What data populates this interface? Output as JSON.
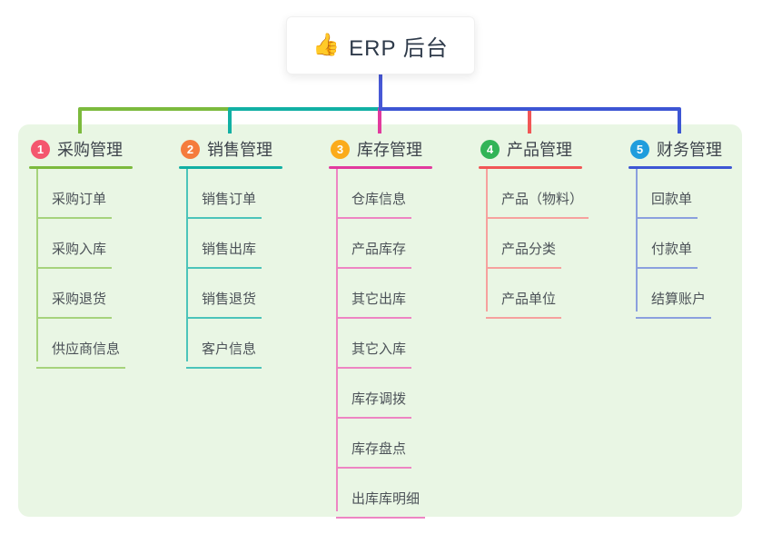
{
  "root": {
    "emoji": "👍",
    "label": "ERP 后台"
  },
  "theme": {
    "panel_bg": "#e9f6e4",
    "root_connector_color": "#4758d6",
    "title_text_color": "#3d434b",
    "child_text_color": "#4c5258"
  },
  "branches": [
    {
      "number": "1",
      "title": "采购管理",
      "badge_color": "#f4566e",
      "line_color": "#7cba3d",
      "line_light_color": "#a6d37c",
      "children": [
        "采购订单",
        "采购入库",
        "采购退货",
        "供应商信息"
      ]
    },
    {
      "number": "2",
      "title": "销售管理",
      "badge_color": "#f57c3d",
      "line_color": "#12b0a4",
      "line_light_color": "#4cc4ba",
      "children": [
        "销售订单",
        "销售出库",
        "销售退货",
        "客户信息"
      ]
    },
    {
      "number": "3",
      "title": "库存管理",
      "badge_color": "#fbab1b",
      "line_color": "#e13a9e",
      "line_light_color": "#ee85c3",
      "children": [
        "仓库信息",
        "产品库存",
        "其它出库",
        "其它入库",
        "库存调拨",
        "库存盘点",
        "出库库明细"
      ]
    },
    {
      "number": "4",
      "title": "产品管理",
      "badge_color": "#32b457",
      "line_color": "#f15656",
      "line_light_color": "#f6a19e",
      "children": [
        "产品（物料）",
        "产品分类",
        "产品单位"
      ]
    },
    {
      "number": "5",
      "title": "财务管理",
      "badge_color": "#1f9ddd",
      "line_color": "#3d56d4",
      "line_light_color": "#8ba0de",
      "children": [
        "回款单",
        "付款单",
        "结算账户"
      ]
    }
  ]
}
